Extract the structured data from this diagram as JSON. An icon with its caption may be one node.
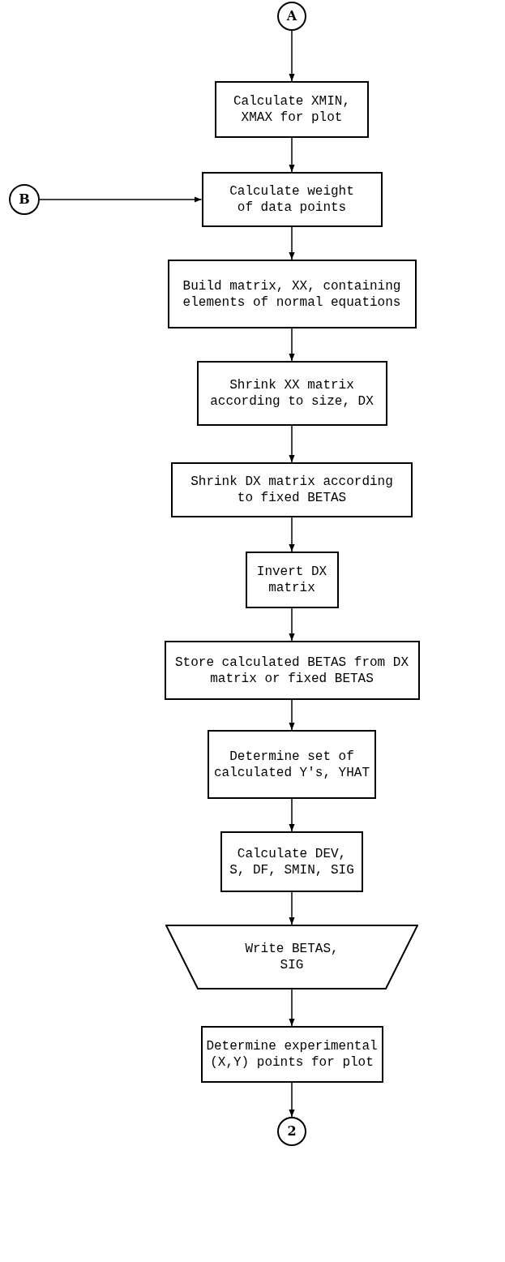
{
  "diagram": {
    "nodes": [
      {
        "text": [
          "A"
        ]
      },
      {
        "text": [
          "Calculate XMIN, XMAX for plot"
        ]
      },
      {
        "text": [
          "B"
        ]
      },
      {
        "text": [
          "Calculate weight of data points"
        ]
      },
      {
        "text": [
          "Build matrix, XX, containing elements of normal equations"
        ]
      },
      {
        "text": [
          "Shrink XX matrix according to size, DX"
        ]
      },
      {
        "text": [
          "Shrink DX matrix according to fixed BETAS"
        ]
      },
      {
        "text": [
          "Invert DX matrix"
        ]
      },
      {
        "text": [
          "Store calculated BETAS from DX matrix or fixed BETAS"
        ]
      },
      {
        "text": [
          "Determine set of calculated Y's, YHAT"
        ]
      },
      {
        "text": [
          "Calculate DEV, S, DF, SMIN, SIG"
        ]
      },
      {
        "text": [
          "Write BETAS, SIG"
        ]
      },
      {
        "text": [
          "Determine experimental (X,Y) points for plot"
        ]
      },
      {
        "text": [
          "2"
        ]
      }
    ],
    "edges": [
      {
        "from": 0,
        "to": 1,
        "arrow": "to"
      },
      {
        "from": 1,
        "to": 3,
        "arrow": "to"
      },
      {
        "from": 2,
        "to": 3,
        "arrow": "to"
      },
      {
        "from": 3,
        "to": 4,
        "arrow": "to"
      },
      {
        "from": 4,
        "to": 5,
        "arrow": "to"
      },
      {
        "from": 5,
        "to": 6,
        "arrow": "to"
      },
      {
        "from": 6,
        "to": 7,
        "arrow": "to"
      },
      {
        "from": 7,
        "to": 8,
        "arrow": "to"
      },
      {
        "from": 8,
        "to": 9,
        "arrow": "to"
      },
      {
        "from": 9,
        "to": 10,
        "arrow": "to"
      },
      {
        "from": 10,
        "to": 11,
        "arrow": "to"
      },
      {
        "from": 11,
        "to": 12,
        "arrow": "to"
      },
      {
        "from": 12,
        "to": 13,
        "arrow": "to"
      }
    ]
  }
}
